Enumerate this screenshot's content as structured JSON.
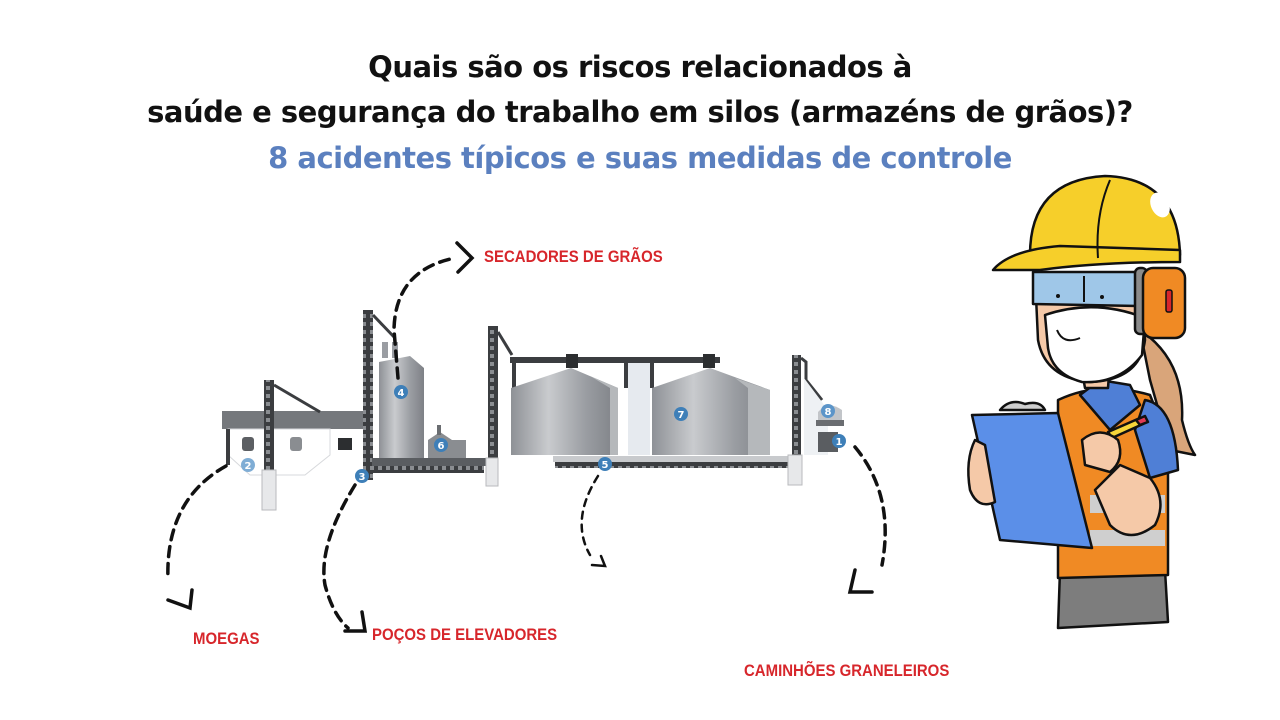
{
  "header": {
    "line1": "Quais são os riscos relacionados à",
    "line2": "saúde e segurança do trabalho em silos (armazéns de grãos)?",
    "subtitle": "8 acidentes típicos e suas medidas de controle"
  },
  "colors": {
    "title": "#111111",
    "subtitle": "#5b80bf",
    "label": "#d7262b",
    "badge": "#3e7fb8",
    "helmet": "#f6cf2a",
    "vest": "#f08a24",
    "clipboard": "#5b8fe8"
  },
  "diagram": {
    "labels": [
      {
        "id": "secadores",
        "text": "SECADORES DE GRÃOS"
      },
      {
        "id": "moegas",
        "text": "MOEGAS"
      },
      {
        "id": "pocos",
        "text": "POÇOS DE ELEVADORES"
      },
      {
        "id": "caminhoes",
        "text": "CAMINHÕES GRANELEIROS"
      }
    ],
    "markers": [
      "1",
      "2",
      "3",
      "4",
      "5",
      "6",
      "7",
      "8"
    ]
  },
  "illustration": {
    "character": "worker-with-hardhat-clipboard"
  }
}
